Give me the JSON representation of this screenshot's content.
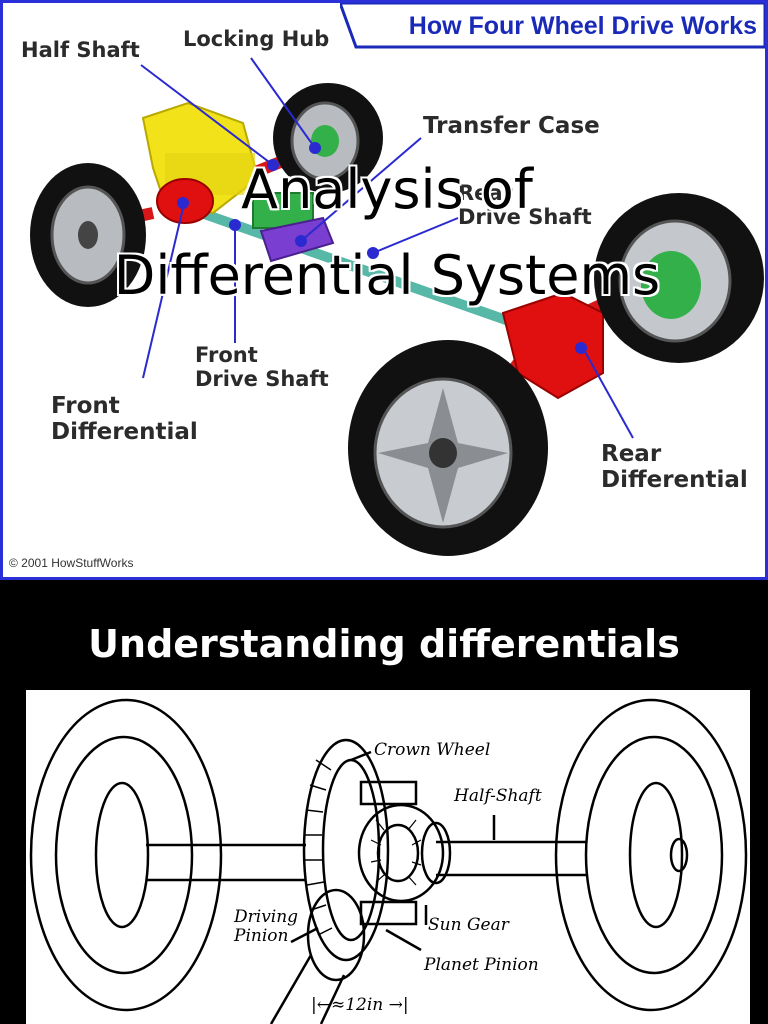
{
  "diagram": {
    "banner_title": "How Four Wheel Drive Works",
    "labels": {
      "half_shaft": "Half Shaft",
      "locking_hub": "Locking Hub",
      "transfer_case": "Transfer Case",
      "rear_drive_shaft": "Rear\nDrive Shaft",
      "front_drive_shaft": "Front\nDrive Shaft",
      "front_differential": "Front\nDifferential",
      "rear_differential": "Rear\nDifferential"
    },
    "copyright": "© 2001 HowStuffWorks"
  },
  "slide": {
    "title_line1": "Analysis of",
    "title_line2": "Differential Systems",
    "subtitle": "Understanding differentials"
  },
  "sketch": {
    "labels": {
      "crown_wheel": "Crown Wheel",
      "half_shaft": "Half-Shaft",
      "driving_pinion": "Driving\nPinion",
      "sun_gear": "Sun Gear",
      "planet_pinion": "Planet Pinion",
      "dimension": "|←≈12in →|"
    }
  },
  "colors": {
    "border": "#2b2fd8",
    "banner_text": "#1a2ab8",
    "differential_red": "#e01010",
    "transfer_yellow": "#f2e21a",
    "shaft_teal": "#57b8a8",
    "tire": "#111111",
    "leader_line": "#2a2ad0"
  }
}
